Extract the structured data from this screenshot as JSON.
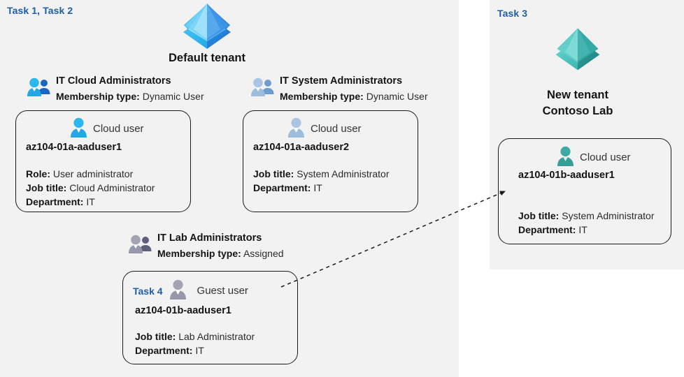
{
  "panels": {
    "left": {
      "task_tag": "Task 1, Task 2"
    },
    "right": {
      "task_tag": "Task 3"
    }
  },
  "tenants": [
    {
      "id": "default-tenant",
      "icon": "azure-ad-tenant-icon",
      "caption_line1": "Default tenant",
      "caption_line2": "",
      "color": "#2f9ae8"
    },
    {
      "id": "new-tenant",
      "icon": "azure-ad-tenant-icon",
      "caption_line1": "New  tenant",
      "caption_line2": "Contoso Lab",
      "color": "#45b5b0"
    }
  ],
  "groups": [
    {
      "id": "it-cloud-administrators",
      "name": "IT Cloud Administrators",
      "membership_label": "Membership type:",
      "membership_value": "Dynamic User",
      "icon": "group-users-icon",
      "icon_tone": "bright-blue"
    },
    {
      "id": "it-system-administrators",
      "name": "IT System Administrators",
      "membership_label": "Membership type:",
      "membership_value": "Dynamic User",
      "icon": "group-users-icon",
      "icon_tone": "muted-blue"
    },
    {
      "id": "it-lab-administrators",
      "name": "IT Lab Administrators",
      "membership_label": "Membership type:",
      "membership_value": "Assigned",
      "icon": "group-users-icon",
      "icon_tone": "gray"
    }
  ],
  "users": [
    {
      "id": "az104-01a-aaduser1",
      "task_inline": "",
      "kind": "Cloud user",
      "icon": "cloud-user-icon",
      "icon_tone": "bright-blue",
      "name": "az104-01a-aaduser1",
      "attrs": [
        {
          "label": "Role:",
          "value": "User administrator"
        },
        {
          "label": "Job title:",
          "value": "Cloud Administrator"
        },
        {
          "label": "Department:",
          "value": "IT"
        }
      ]
    },
    {
      "id": "az104-01a-aaduser2",
      "task_inline": "",
      "kind": "Cloud user",
      "icon": "cloud-user-icon",
      "icon_tone": "muted-blue",
      "name": "az104-01a-aaduser2",
      "attrs": [
        {
          "label": "Job title:",
          "value": "System Administrator"
        },
        {
          "label": "Department:",
          "value": "IT"
        }
      ]
    },
    {
      "id": "az104-01b-aaduser1-guest",
      "task_inline": "Task 4",
      "kind": "Guest user",
      "icon": "guest-user-icon",
      "icon_tone": "gray",
      "name": "az104-01b-aaduser1",
      "attrs": [
        {
          "label": "Job title:",
          "value": "Lab Administrator"
        },
        {
          "label": "Department:",
          "value": "IT"
        }
      ]
    },
    {
      "id": "az104-01b-aaduser1-cloud",
      "task_inline": "",
      "kind": "Cloud user",
      "icon": "cloud-user-icon",
      "icon_tone": "teal",
      "name": "az104-01b-aaduser1",
      "attrs": [
        {
          "label": "Job title:",
          "value": "System Administrator"
        },
        {
          "label": "Department:",
          "value": "IT"
        }
      ]
    }
  ],
  "connector": {
    "id": "guest-to-cloud-user-arrow",
    "style": "dashed-arrow",
    "from": "az104-01b-aaduser1-guest",
    "to": "az104-01b-aaduser1-cloud",
    "color": "#1a1a1a"
  },
  "colors": {
    "panel_background": "#f2f2f2",
    "page_background": "#ffffff",
    "task_tag": "#1f5ea8",
    "card_border": "#1a1a1a",
    "text_bold": "#141414",
    "text_normal": "#2b2b2b"
  }
}
